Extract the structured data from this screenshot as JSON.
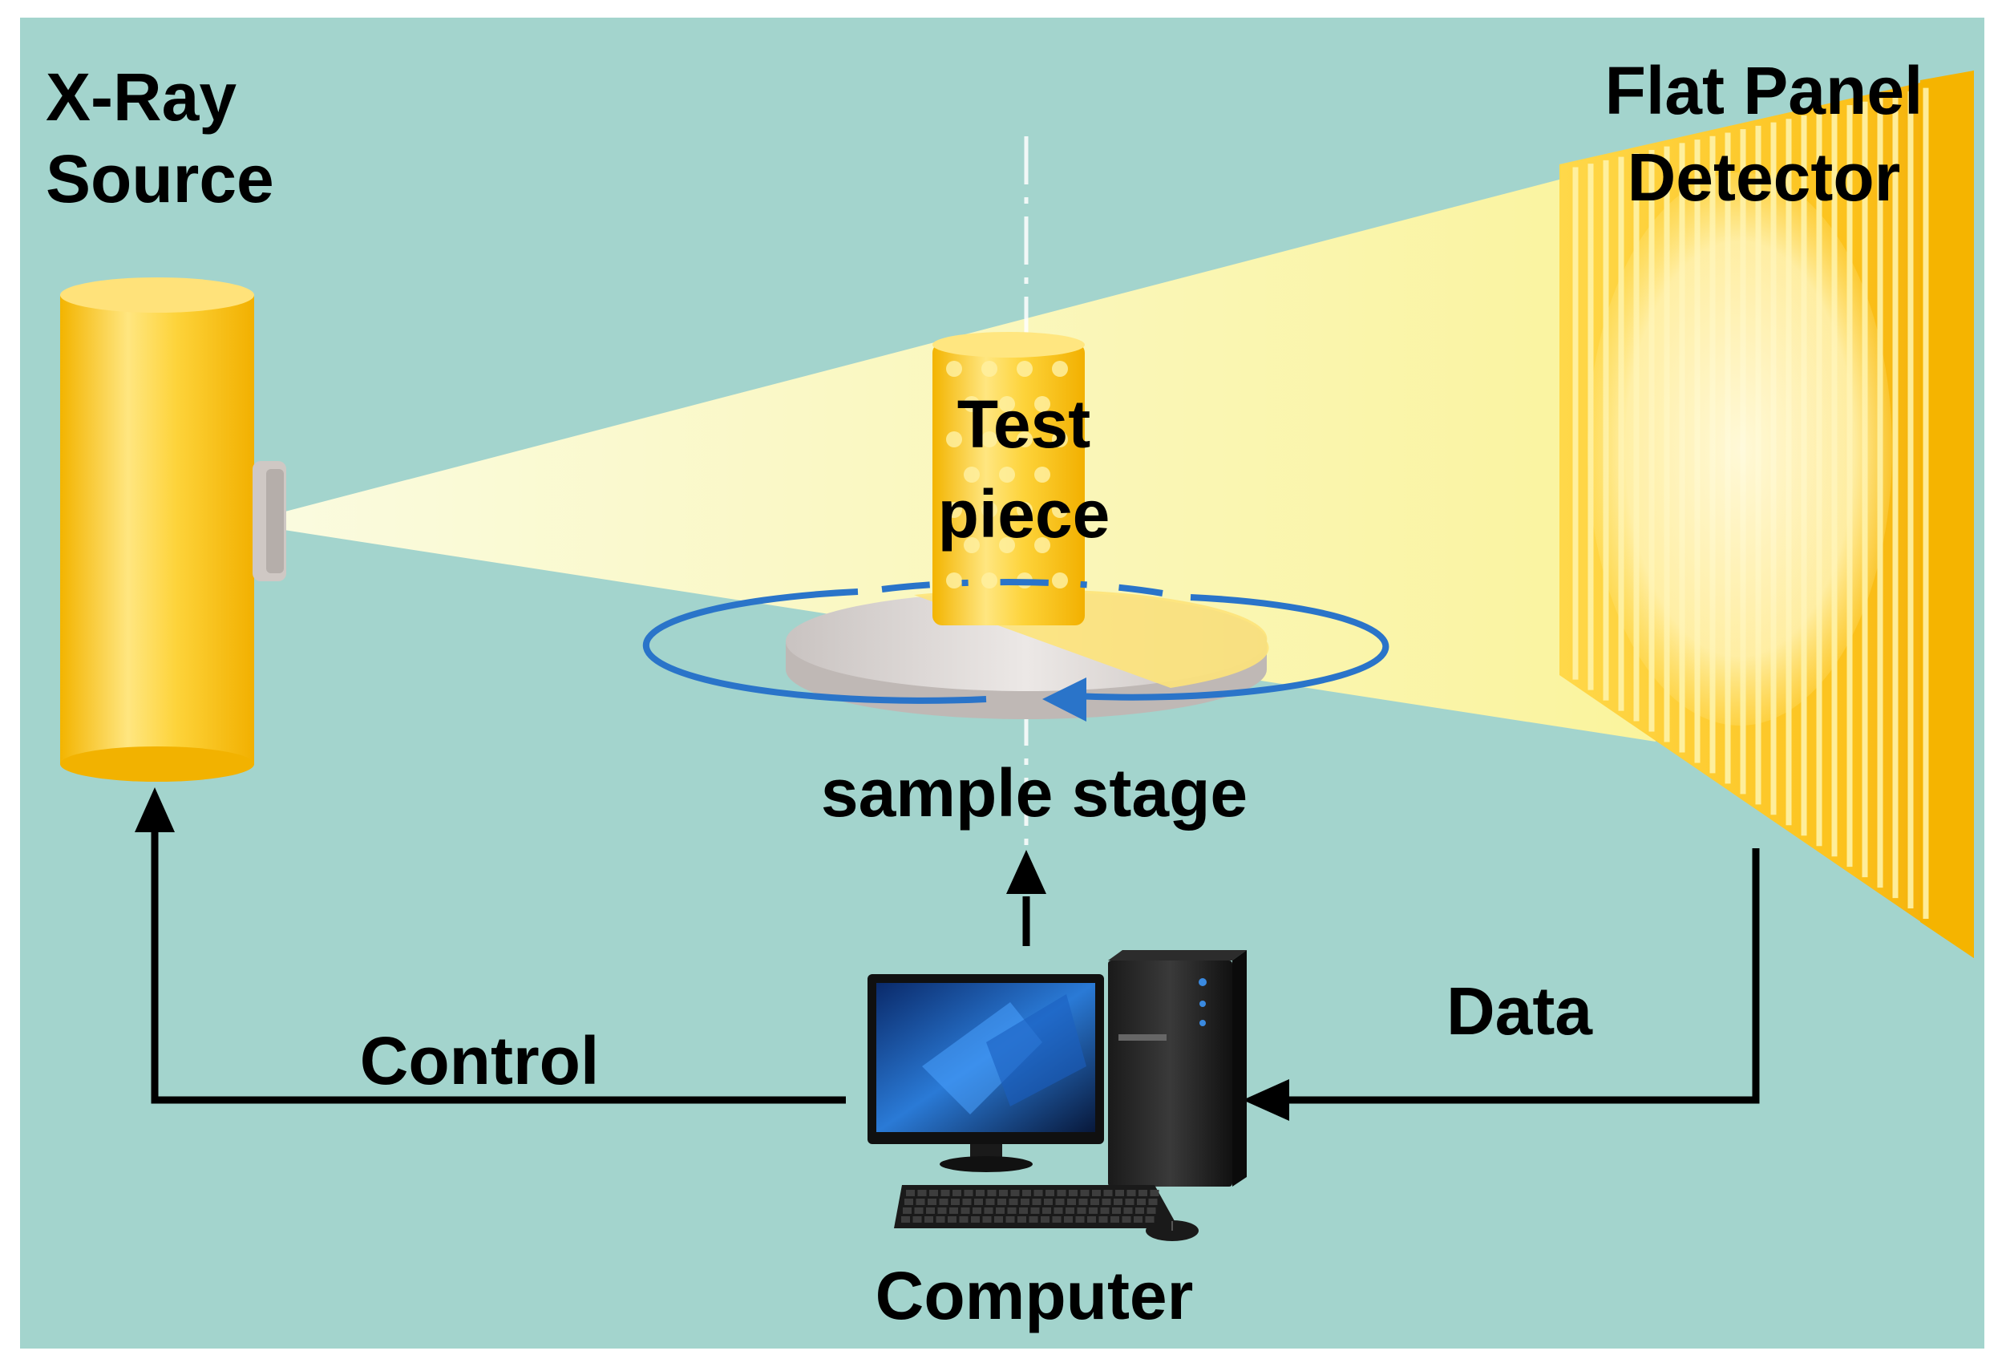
{
  "labels": {
    "xray_source_line1": "X-Ray",
    "xray_source_line2": "Source",
    "detector_line1": "Flat Panel",
    "detector_line2": "Detector",
    "test_piece_line1": "Test",
    "test_piece_line2": "piece",
    "sample_stage": "sample stage",
    "control": "Control",
    "data": "Data",
    "computer": "Computer"
  },
  "colors": {
    "background": "#a3d4cd",
    "beam": "#fffbb8",
    "gold_light": "#ffe266",
    "gold": "#f9cc22",
    "gold_dark": "#e8a800",
    "stage_gray": "#d6d1cf",
    "rotation_arrow": "#2a74c9",
    "arrow_black": "#000000"
  },
  "icons": {
    "rotation": "curved-arrow-icon",
    "computer": "desktop-computer-icon"
  }
}
